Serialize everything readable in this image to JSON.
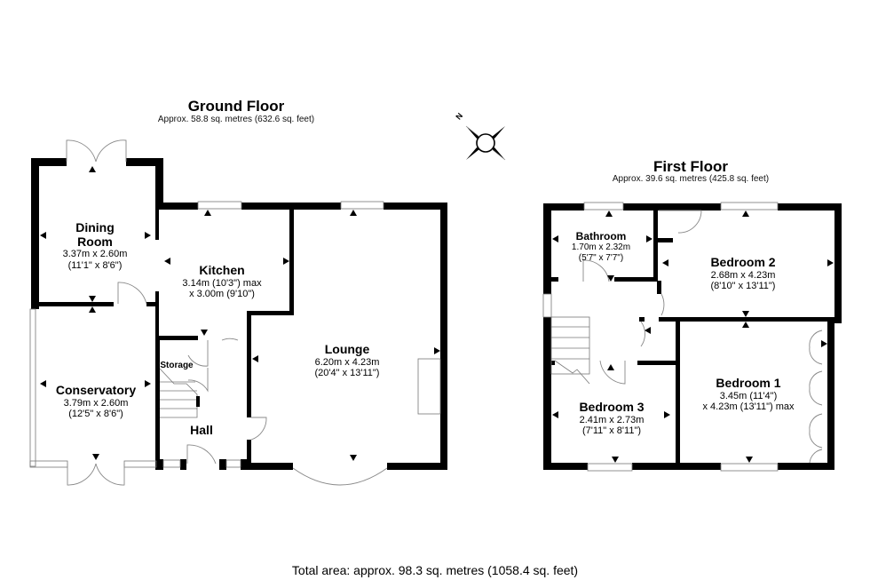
{
  "floors": [
    {
      "id": "ground",
      "title": "Ground Floor",
      "area": "Approx. 58.8 sq. metres (632.6 sq. feet)",
      "rooms": [
        {
          "name": "Dining",
          "name2": "Room",
          "dim1": "3.37m x 2.60m",
          "dim2": "(11'1\" x 8'6\")"
        },
        {
          "name": "Kitchen",
          "dim1": "3.14m (10'3\") max",
          "dim2": "x 3.00m (9'10\")"
        },
        {
          "name": "Conservatory",
          "dim1": "3.79m x 2.60m",
          "dim2": "(12'5\" x 8'6\")"
        },
        {
          "name": "Lounge",
          "dim1": "6.20m x 4.23m",
          "dim2": "(20'4\" x 13'11\")"
        },
        {
          "name": "Storage"
        },
        {
          "name": "Hall"
        }
      ]
    },
    {
      "id": "first",
      "title": "First Floor",
      "area": "Approx. 39.6 sq. metres (425.8 sq. feet)",
      "rooms": [
        {
          "name": "Bathroom",
          "dim1": "1.70m x 2.32m",
          "dim2": "(5'7\" x 7'7\")"
        },
        {
          "name": "Bedroom 2",
          "dim1": "2.68m x 4.23m",
          "dim2": "(8'10\" x 13'11\")"
        },
        {
          "name": "Bedroom 1",
          "dim1": "3.45m (11'4\")",
          "dim2": "x 4.23m (13'11\") max"
        },
        {
          "name": "Bedroom 3",
          "dim1": "2.41m x 2.73m",
          "dim2": "(7'11\" x 8'11\")"
        }
      ]
    }
  ],
  "compass": {
    "label": "N",
    "icon": "compass-rose-icon"
  },
  "footer": {
    "total_area": "Total area: approx. 98.3 sq. metres (1058.4 sq. feet)"
  },
  "colors": {
    "wall": "#000000",
    "window_frame": "#777777",
    "door_swing": "#888888",
    "background": "#ffffff"
  }
}
